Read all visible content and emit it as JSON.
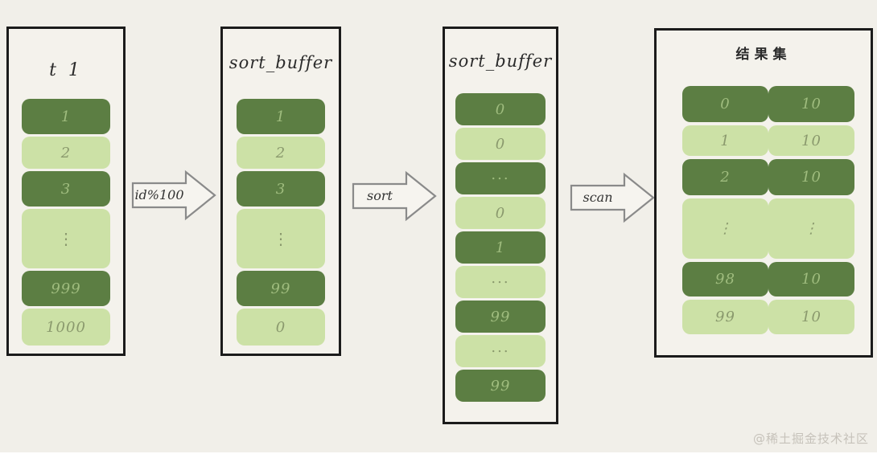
{
  "page": {
    "background": "#f1efe9",
    "watermark": "@稀土掘金技术社区"
  },
  "colors": {
    "dark_row_fill": "#5c7e43",
    "light_row_fill": "#cce1a6",
    "dark_row_text": "#9fbc7e",
    "light_row_text": "#8a996d",
    "box_border": "#1b1b1b",
    "arrow_stroke": "#8a8a8a",
    "arrow_fill": "#f6f4ef",
    "watermark_text": "#c6c2ba"
  },
  "t1": {
    "title": "t 1",
    "rows": [
      "1",
      "2",
      "3",
      "⋮",
      "999",
      "1000"
    ]
  },
  "buffer1": {
    "title": "sort_buffer",
    "rows": [
      "1",
      "2",
      "3",
      "⋮",
      "99",
      "0"
    ]
  },
  "buffer2": {
    "title": "sort_buffer",
    "rows": [
      "0",
      "0",
      "...",
      "0",
      "1",
      "...",
      "99",
      "...",
      "99"
    ]
  },
  "result": {
    "title": "结果集",
    "rows": [
      [
        "0",
        "10"
      ],
      [
        "1",
        "10"
      ],
      [
        "2",
        "10"
      ],
      [
        "⋮",
        "⋮"
      ],
      [
        "98",
        "10"
      ],
      [
        "99",
        "10"
      ]
    ]
  },
  "arrows": {
    "a1": "id%100",
    "a2": "sort",
    "a3": "scan"
  }
}
